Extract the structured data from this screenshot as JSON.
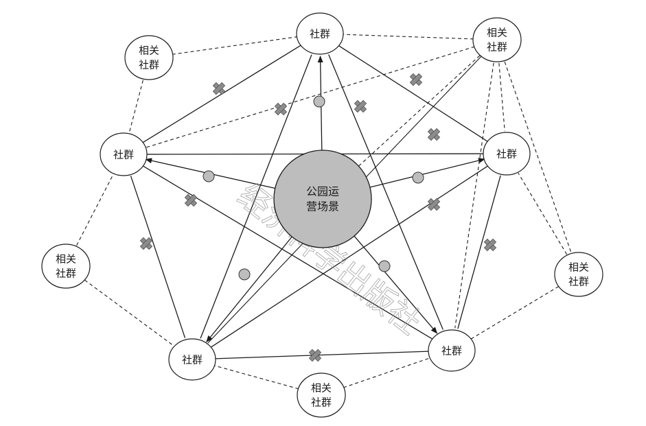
{
  "hub": {
    "lines": [
      "公园运",
      "营场景"
    ],
    "fill": "#bdbdbd"
  },
  "community_label": "社群",
  "related_lines": [
    "相关",
    "社群"
  ],
  "watermark": "经济科学出版社",
  "colors": {
    "stroke": "#1a1a1a",
    "marker": "#8c8c8c",
    "node_fill": "#ffffff"
  }
}
